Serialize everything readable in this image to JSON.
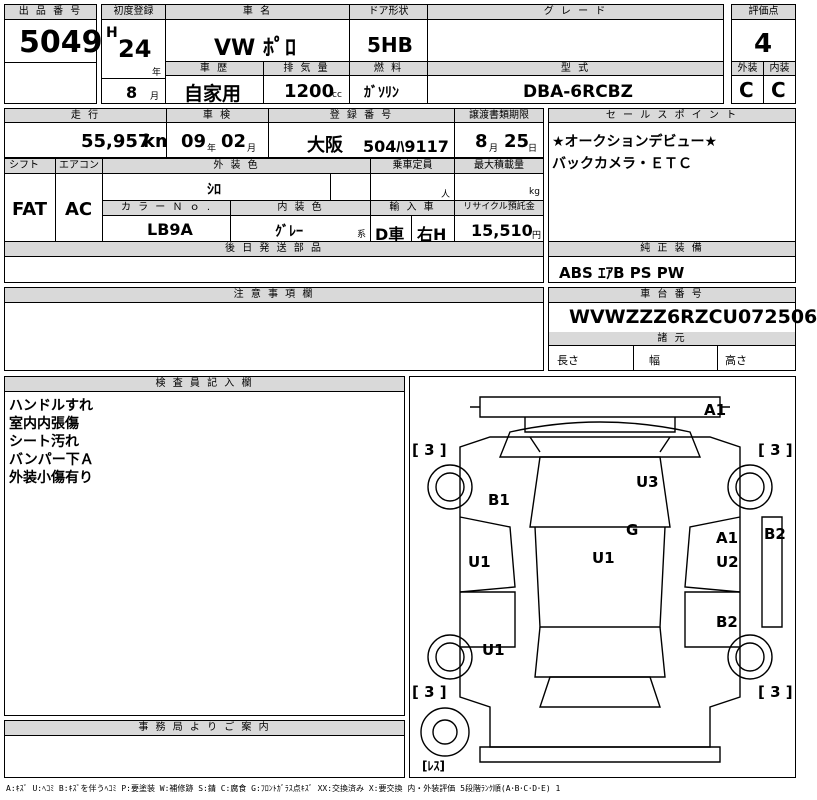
{
  "header_labels": {
    "lot_no": "出 品 番 号",
    "first_reg": "初度登録",
    "car_name": "車 名",
    "door": "ドア形状",
    "grade": "グ レ ー ド",
    "score": "評価点",
    "history": "車 歴",
    "displacement": "排 気 量",
    "fuel": "燃 料",
    "model_code": "型 式",
    "exterior": "外装",
    "interior": "内装",
    "mileage": "走 行",
    "inspection": "車 検",
    "reg_no": "登 録 番 号",
    "transfer": "譲渡書類期限",
    "sales_point": "セ ー ル ス ポ イ ン ト",
    "shift": "シフト",
    "ac": "エアコン",
    "ext_color": "外 装 色",
    "capacity": "乗車定員",
    "max_load": "最大積載量",
    "color_no": "カ ラ ー Ｎ ｏ .",
    "int_color": "内 装 色",
    "import": "輸 入 車",
    "recycle": "リサイクル預託金",
    "later_parts": "後 日 発 送 部 品",
    "genuine": "純 正 装 備",
    "notes": "注 意 事 項 欄",
    "chassis": "車 台 番 号",
    "specs": "諸 元",
    "inspector": "検 査 員 記 入 欄",
    "office": "事 務 局 よ り ご 案 内"
  },
  "lot_no": "5049",
  "era": "H",
  "year": "24",
  "year_unit": "年",
  "month": "8",
  "month_unit": "月",
  "car_name": "VW ﾎﾟﾛ",
  "door": "5HB",
  "grade": "",
  "score": "4",
  "history": "自家用",
  "displacement": "1200",
  "displacement_unit": "cc",
  "fuel": "ｶﾞｿﾘﾝ",
  "model_code": "DBA-6RCBZ",
  "exterior_grade": "C",
  "interior_grade": "C",
  "mileage": "55,957",
  "mileage_unit": "km",
  "insp_year": "09",
  "insp_year_unit": "年",
  "insp_month": "02",
  "insp_month_unit": "月",
  "reg_area": "大阪",
  "reg_number": "504ﾊ9117",
  "transfer_month": "8",
  "transfer_month_unit": "月",
  "transfer_day": "25",
  "transfer_day_unit": "日",
  "sales_points": [
    "★オークションデビュー★",
    "バックカメラ・ＥＴＣ"
  ],
  "shift": "FAT",
  "ac": "AC",
  "ext_color": "ｼﾛ",
  "capacity_unit": "人",
  "load_unit": "kg",
  "color_no": "LB9A",
  "int_color": "ｸﾞﾚｰ",
  "int_color_unit": "系",
  "import_type": "D車",
  "steering": "右H",
  "recycle": "15,510",
  "recycle_unit": "円",
  "genuine_equipment": "ABS ｴｱB PS PW",
  "chassis_no": "WVWZZZ6RZCU072506",
  "spec_labels": {
    "length": "長さ",
    "width": "幅",
    "height": "高さ"
  },
  "inspector_notes": [
    "ハンドルすれ",
    "室内内張傷",
    "シート汚れ",
    "バンパー下Ａ",
    "外装小傷有り"
  ],
  "diagram_marks": {
    "a1_top": "A1",
    "tire_fl": "[ 3 ]",
    "tire_fr": "[ 3 ]",
    "tire_rl": "[ 3 ]",
    "tire_rr": "[ 3 ]",
    "u3": "U3",
    "b1": "B1",
    "g": "G",
    "a1_right": "A1",
    "b2_right": "B2",
    "u1_left": "U1",
    "u1_center": "U1",
    "u2_right": "U2",
    "b2_lower": "B2",
    "u1_lower": "U1",
    "spare": "[ﾚｽ]"
  },
  "legend": "A:ｷｽﾞ U:ﾍｺﾐ B:ｷｽﾞを伴うﾍｺﾐ P:要塗装 W:補修跡 S:錆 C:腐食 G:ﾌﾛﾝﾄｶﾞﾗｽ点ｷｽﾞ XX:交換済み X:要交換  内・外装評価 5段階ﾗﾝｸ順(A･B･C･D･E) 1"
}
